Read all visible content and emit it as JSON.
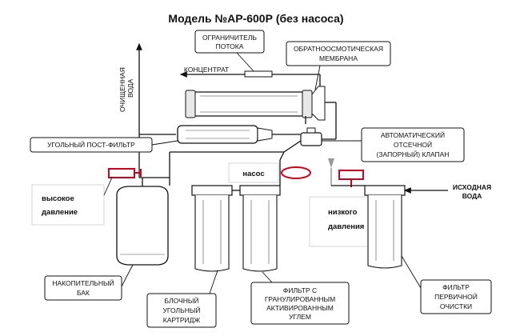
{
  "title": "Модель №АР-600Р (без насоса)",
  "labels": {
    "flow_limiter": [
      "ОГРАНИЧИТЕЛЬ",
      "ПОТОКА"
    ],
    "concentrate": "КОНЦЕНТРАТ",
    "membrane": [
      "ОБРАТНООСМОТИЧЕСКАЯ",
      "МЕМБРАНА"
    ],
    "purified_water": [
      "ОЧИЩЕННАЯ",
      "ВОДА"
    ],
    "carbon_postfilter": "УГОЛЬНЫЙ ПОСТ-ФИЛЬТР",
    "auto_valve": [
      "АВТОМАТИЧЕСКИЙ",
      "ОТСЕЧНОЙ",
      "(ЗАПОРНЫЙ) КЛАПАН"
    ],
    "pump": "насос",
    "source_water": [
      "ИСХОДНАЯ",
      "ВОДА"
    ],
    "high_pressure": [
      "высокое",
      "давление"
    ],
    "low_pressure": [
      "низкого",
      "давления"
    ],
    "storage_tank": [
      "НАКОПИТЕЛЬНЫЙ",
      "БАК"
    ],
    "block_carbon": [
      "БЛОЧНЫЙ",
      "УГОЛЬНЫЙ",
      "КАРТРИДЖ"
    ],
    "gac_filter": [
      "ФИЛЬТР С",
      "ГРАНУЛИРОВАННЫМ",
      "АКТИВИРОВАННЫМ",
      "УГЛЕМ"
    ],
    "prefilter": [
      "ФИЛЬТР",
      "ПЕРВИЧНОЙ",
      "ОЧИСТКИ"
    ]
  },
  "colors": {
    "marker": "#d0021b",
    "line": "#111111"
  }
}
